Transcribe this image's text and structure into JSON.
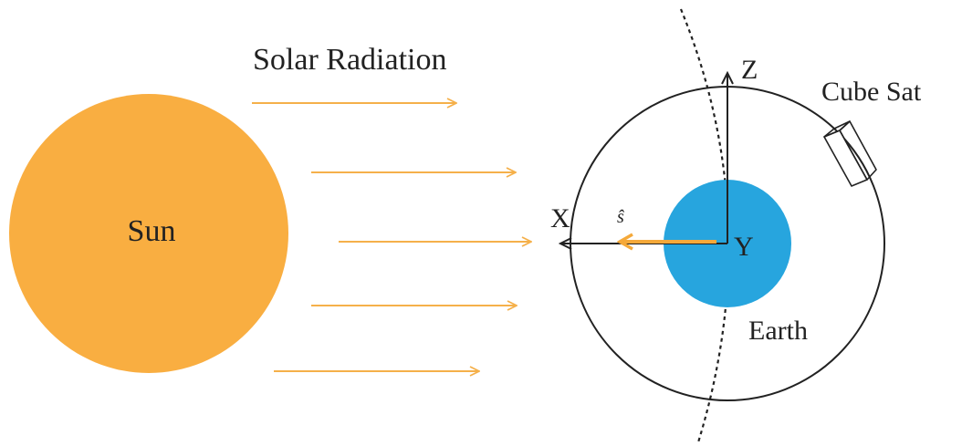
{
  "labels": {
    "solar_radiation": "Solar Radiation",
    "sun": "Sun",
    "cube_sat": "Cube Sat",
    "earth": "Earth",
    "axis_x": "X",
    "axis_y": "Y",
    "axis_z": "Z",
    "sun_vector": "ŝ"
  },
  "colors": {
    "sun": "#F9AE41",
    "earth": "#27A5DE",
    "radiation_arrows": "#F5B04A",
    "sun_vector": "#F5A93A",
    "lines": "#222222"
  },
  "radiation_arrow_count": 5
}
